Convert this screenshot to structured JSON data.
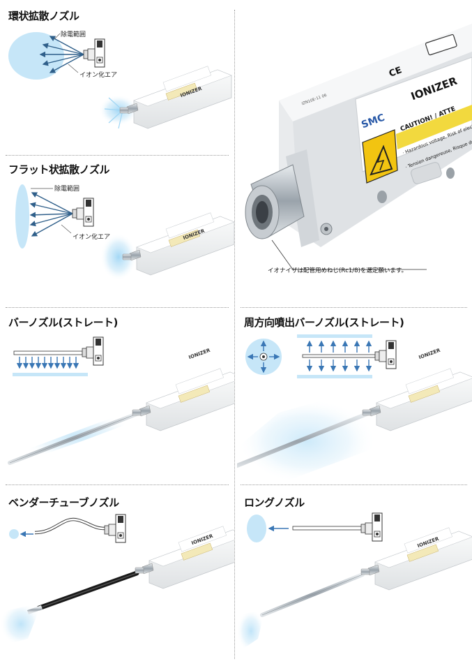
{
  "sections": {
    "ring": {
      "title": "環状拡散ノズル",
      "label_range": "除電範囲",
      "label_air": "イオン化エア"
    },
    "flat": {
      "title": "フラット状拡散ノズル",
      "label_range": "除電範囲",
      "label_air": "イオン化エア"
    },
    "photo": {
      "caption": "イオナイザは配管用めねじ(Rc1/8)を選定願います。",
      "brand": "SMC",
      "product": "IONIZER",
      "caution": "CAUTION! / ATTE",
      "warn_line1": "· Hazardous voltage, Risk of elect",
      "warn_line2": "· Tension dangereuse, Risque de c",
      "model": "IZN10E-11 06",
      "mark_ce": "CE"
    },
    "bar": {
      "title": "バーノズル(ストレート)"
    },
    "radial": {
      "title": "周方向噴出バーノズル(ストレート)"
    },
    "bender": {
      "title": "ベンダーチューブノズル"
    },
    "long": {
      "title": "ロングノズル"
    }
  },
  "device": {
    "brand": "SMC",
    "product": "IONIZER"
  },
  "colors": {
    "mist": "#bfe3f7",
    "arrow": "#2f5f8a",
    "device": "#f4f5f6",
    "metal": "#b9bfc5"
  }
}
